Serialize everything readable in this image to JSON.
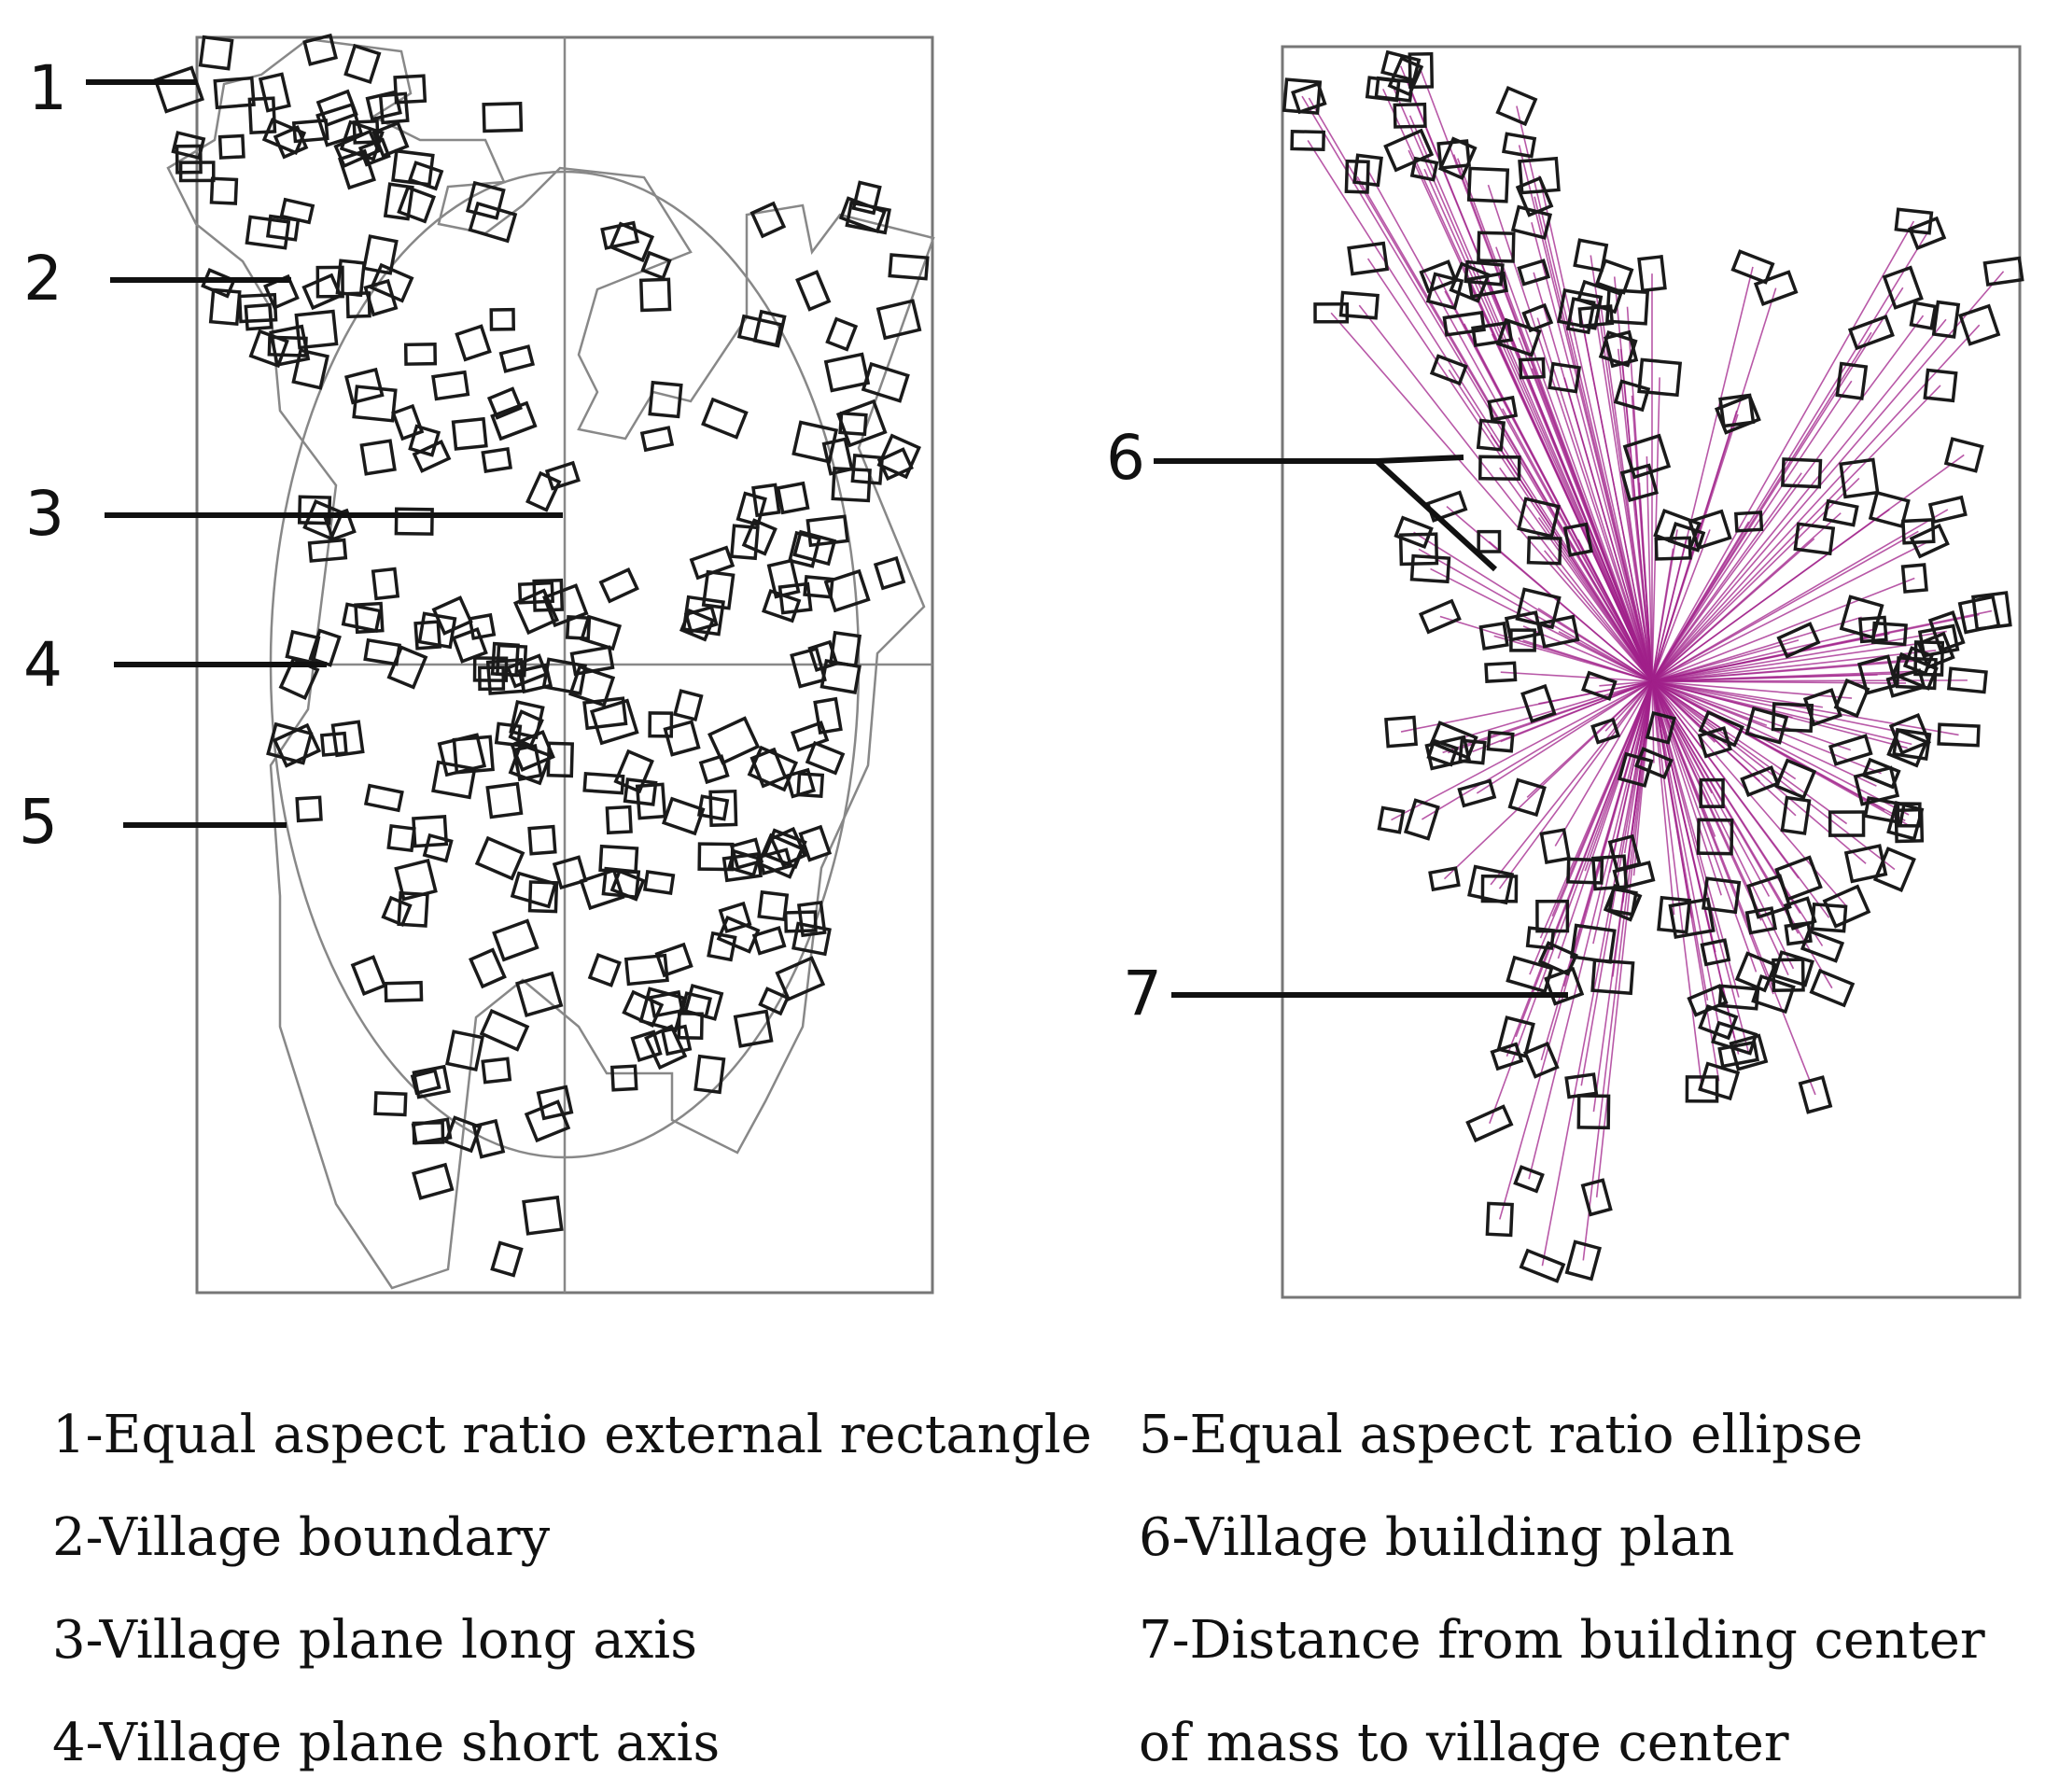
{
  "callouts": {
    "c1": "1",
    "c2": "2",
    "c3": "3",
    "c4": "4",
    "c5": "5",
    "c6": "6",
    "c7": "7"
  },
  "legend": {
    "left": [
      "1-Equal aspect ratio external rectangle",
      "2-Village boundary",
      "3-Village plane long axis",
      "4-Village plane short axis"
    ],
    "right": [
      "5-Equal aspect ratio ellipse",
      "6-Village building plan",
      "7-Distance from building center",
      "of mass to village center"
    ]
  },
  "colors": {
    "outline": "#8a8a8a",
    "building": "#1a1a1a",
    "ray": "#a0208a",
    "leader": "#111111"
  }
}
